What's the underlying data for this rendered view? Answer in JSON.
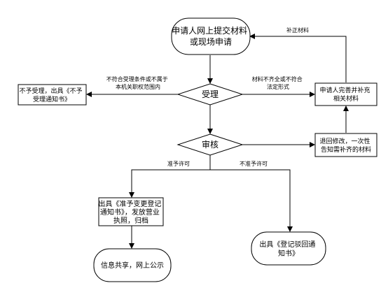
{
  "nodes": {
    "start": {
      "lines": [
        "申请人网上提交材料",
        "或现场申请"
      ]
    },
    "accept": {
      "label": "受理"
    },
    "reject_box": {
      "lines": [
        "不予受理，出具《不予",
        "受理通知书》"
      ]
    },
    "supplement_box": {
      "lines": [
        "申请人完善并补充",
        "相关材料"
      ]
    },
    "review": {
      "label": "审核"
    },
    "return_box": {
      "lines": [
        "退回修改，一次性",
        "告知需补齐的材料"
      ]
    },
    "approve_box": {
      "lines": [
        "出具《准予变更登记",
        "通知书》，发放营业",
        "执照，归档"
      ]
    },
    "share": {
      "label": "信息共享，网上公示"
    },
    "deny_end": {
      "lines": [
        "出具《登记驳回通",
        "知书》"
      ]
    }
  },
  "edges": {
    "not_meet": [
      "不符合受理条件或不属于",
      "本机关职权范围内"
    ],
    "incomplete": [
      "材料不齐全或不符合",
      "法定形式"
    ],
    "supplement": "补正材料",
    "permit": "准予许可",
    "deny": "不准予许可"
  },
  "colors": {
    "line": "#000000",
    "background": "#ffffff"
  }
}
